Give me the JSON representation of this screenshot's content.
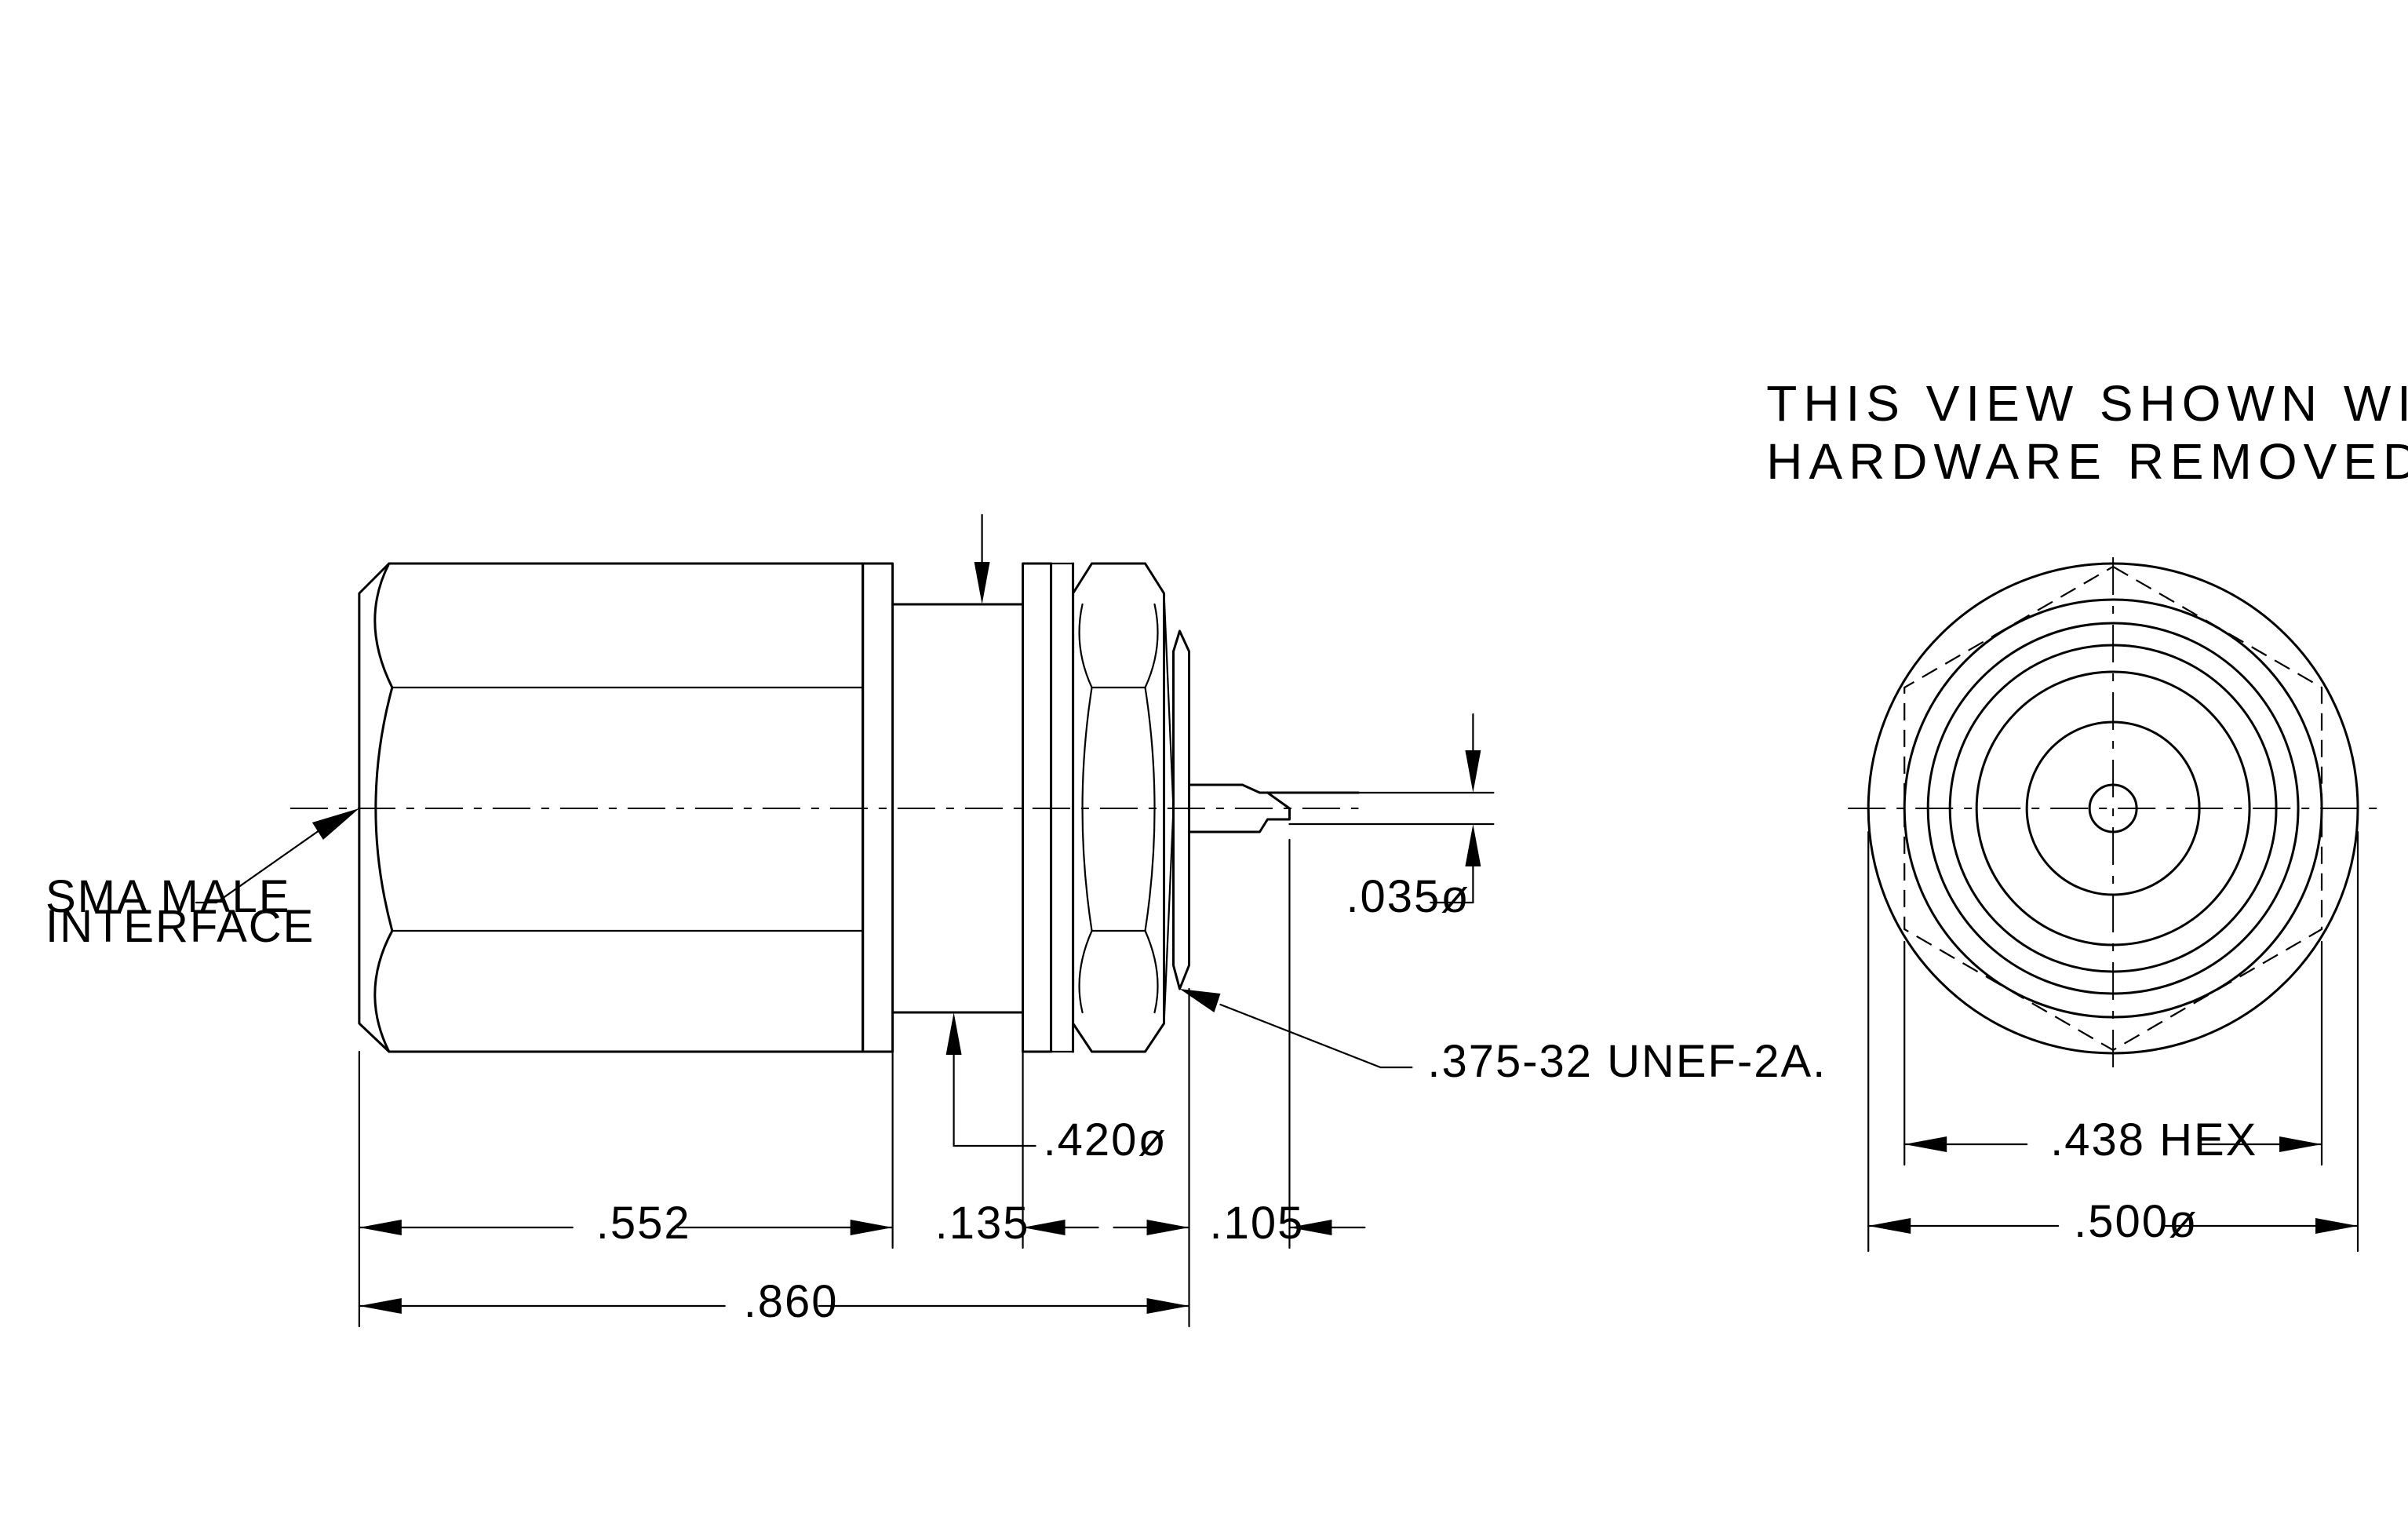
{
  "note": {
    "line1": "THIS VIEW SHOWN WITH",
    "line2": "HARDWARE REMOVED."
  },
  "callouts": {
    "interface_line1": "SMA MALE",
    "interface_line2": "INTERFACE",
    "thread": ".375-32 UNEF-2A.",
    "body_diameter": ".420ø",
    "pin_diameter": ".035ø"
  },
  "dimensions": {
    "front_length": ".552",
    "flange_length": ".135",
    "pin_length": ".105",
    "overall_length": ".860",
    "hex_size": ".438 HEX",
    "outer_diameter": ".500ø"
  }
}
